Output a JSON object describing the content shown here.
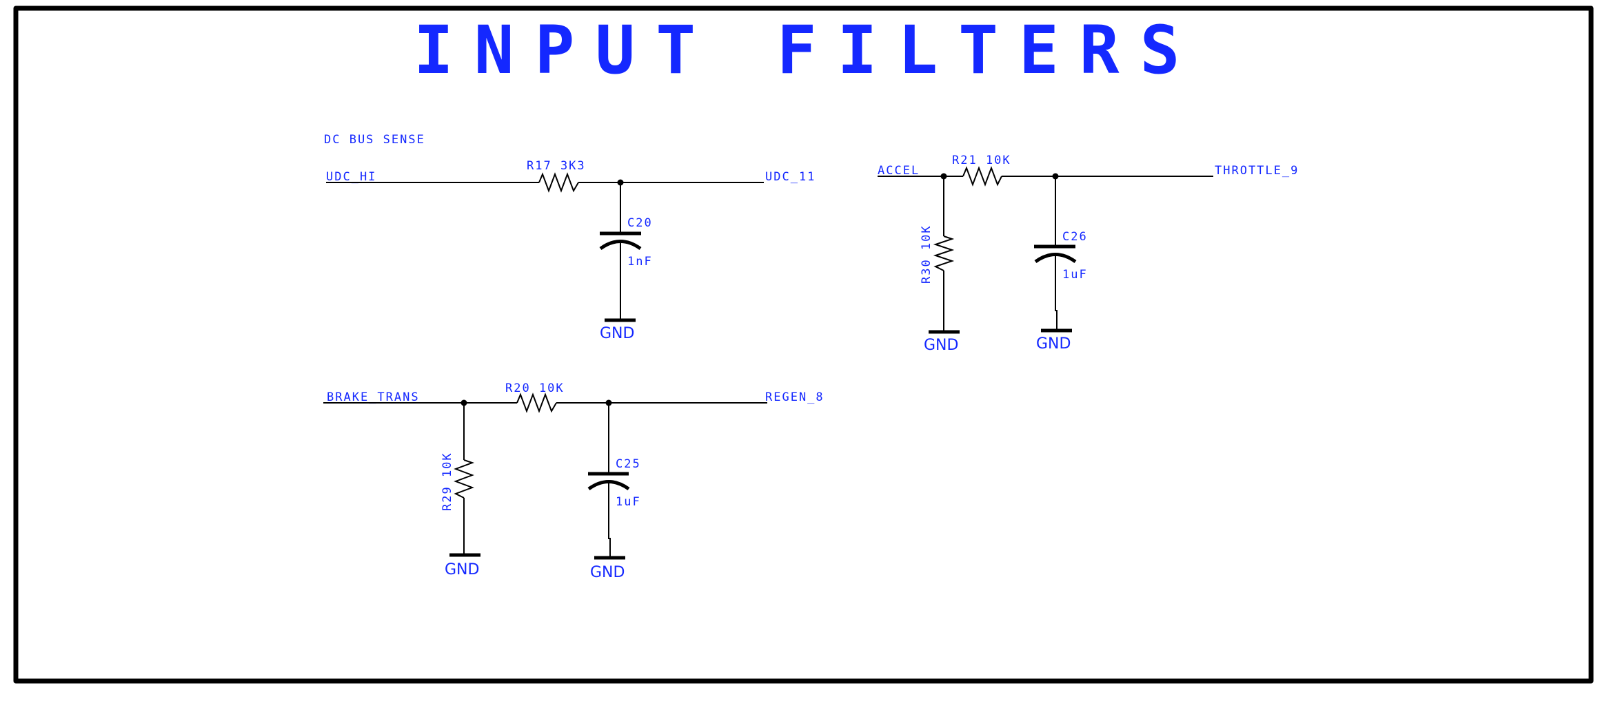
{
  "title": "INPUT FILTERS",
  "colors": {
    "text": "#1428ff",
    "wire": "#000000",
    "background": "#ffffff"
  },
  "circuits": {
    "dc_bus": {
      "section_label": "DC BUS SENSE",
      "input_net": "UDC_HI",
      "output_net": "UDC_11",
      "resistor": {
        "ref": "R17",
        "value": "3K3",
        "label": "R17 3K3"
      },
      "capacitor": {
        "ref": "C20",
        "value": "1nF"
      },
      "ground": "GND"
    },
    "accel": {
      "input_net": "ACCEL",
      "output_net": "THROTTLE_9",
      "series_resistor": {
        "ref": "R21",
        "value": "10K",
        "label": "R21 10K"
      },
      "shunt_resistor": {
        "ref": "R30",
        "value": "10K",
        "label": "R30 10K"
      },
      "capacitor": {
        "ref": "C26",
        "value": "1uF"
      },
      "ground_resistor": "GND",
      "ground_capacitor": "GND"
    },
    "brake": {
      "input_net": "BRAKE_TRANS",
      "output_net": "REGEN_8",
      "series_resistor": {
        "ref": "R20",
        "value": "10K",
        "label": "R20 10K"
      },
      "shunt_resistor": {
        "ref": "R29",
        "value": "10K",
        "label": "R29 10K"
      },
      "capacitor": {
        "ref": "C25",
        "value": "1uF"
      },
      "ground_resistor": "GND",
      "ground_capacitor": "GND"
    }
  }
}
